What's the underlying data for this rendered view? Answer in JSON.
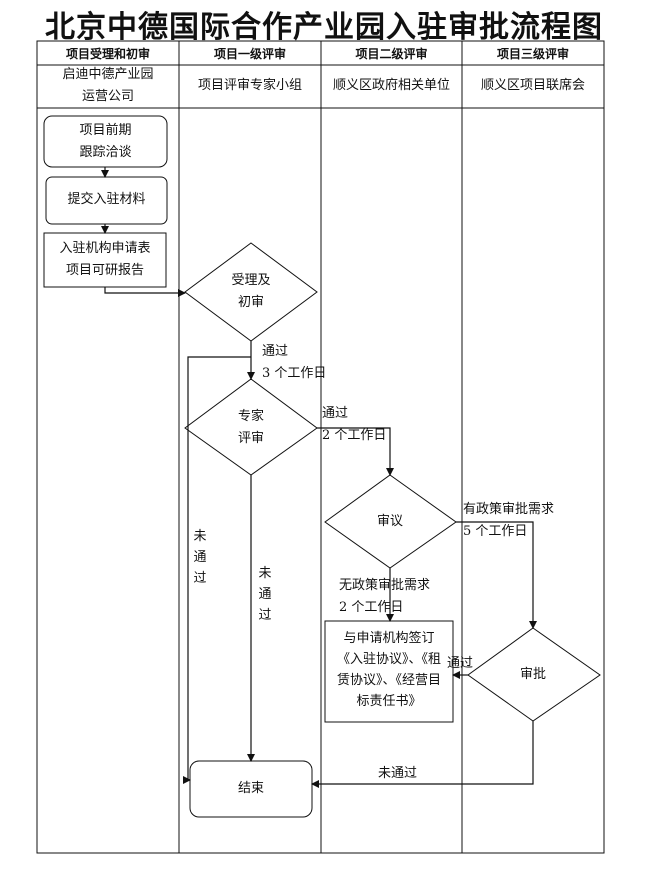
{
  "title": "北京中德国际合作产业园入驻审批流程图",
  "lanes": [
    {
      "header": "项目受理和初审",
      "role": "启迪中德产业园运营公司",
      "role_lines": [
        "启迪中德产业园",
        "运营公司"
      ]
    },
    {
      "header": "项目一级评审",
      "role": "项目评审专家小组"
    },
    {
      "header": "项目二级评审",
      "role": "顺义区政府相关单位"
    },
    {
      "header": "项目三级评审",
      "role": "顺义区项目联席会"
    }
  ],
  "nodes": {
    "n1": [
      "项目前期",
      "跟踪洽谈"
    ],
    "n2": "提交入驻材料",
    "n3": [
      "入驻机构申请表",
      "项目可研报告"
    ],
    "d1": [
      "受理及",
      "初审"
    ],
    "d2": [
      "专家",
      "评审"
    ],
    "d3": "审议",
    "n4": [
      "与申请机构签订",
      "《入驻协议》、《租",
      "赁协议》、《经营目",
      "标责任书》"
    ],
    "d4": "审批",
    "end": "结束"
  },
  "labels": {
    "pass1": [
      "通过",
      "3 个工作日"
    ],
    "pass2": [
      "通过",
      "2 个工作日"
    ],
    "policy_yes": [
      "有政策审批需求",
      "5 个工作日"
    ],
    "policy_no": [
      "无政策审批需求",
      "2 个工作日"
    ],
    "pass3": "通过",
    "fail_a": [
      "未",
      "通",
      "过"
    ],
    "fail_b": [
      "未",
      "通",
      "过"
    ],
    "fail_c": "未通过"
  }
}
